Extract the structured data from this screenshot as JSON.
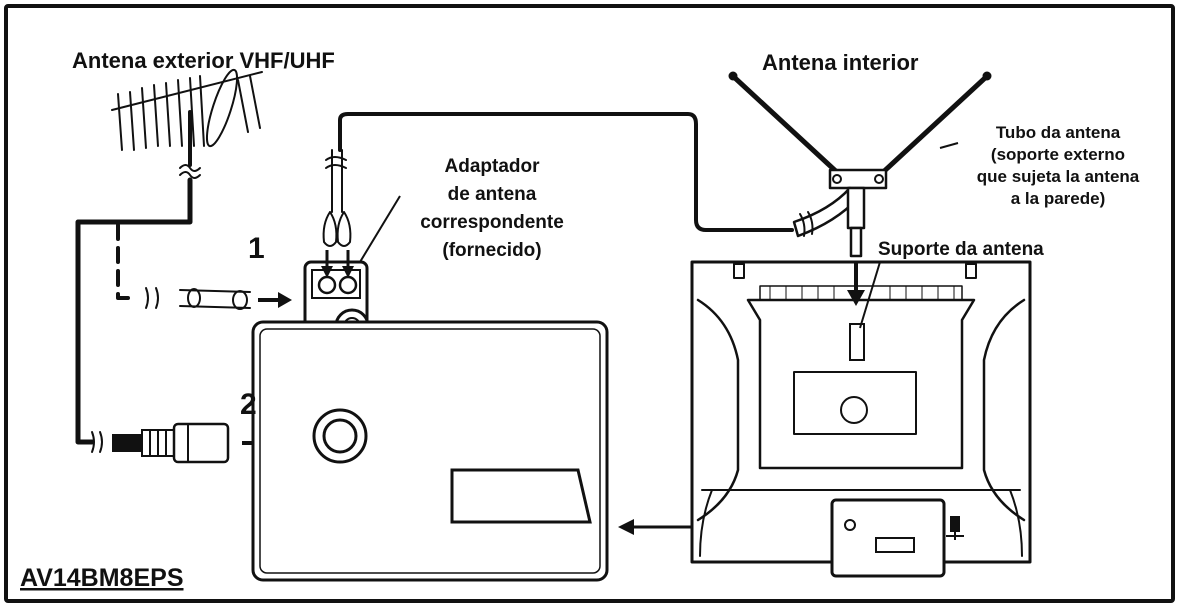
{
  "labels": {
    "outdoor_antenna": "Antena exterior VHF/UHF",
    "indoor_antenna": "Antena interior",
    "antenna_tube_1": "Tubo da antena",
    "antenna_tube_2": "(soporte externo",
    "antenna_tube_3": "que sujeta la antena",
    "antenna_tube_4": "a la parede)",
    "adapter_1": "Adaptador",
    "adapter_2": "de antena",
    "adapter_3": "correspondente",
    "adapter_4": "(fornecido)",
    "antenna_support": "Suporte da antena",
    "step_1": "1",
    "step_2": "2",
    "model": "AV14BM8EPS"
  },
  "colors": {
    "line": "#111111",
    "background": "#ffffff",
    "tv_fill": "#ffffff"
  }
}
